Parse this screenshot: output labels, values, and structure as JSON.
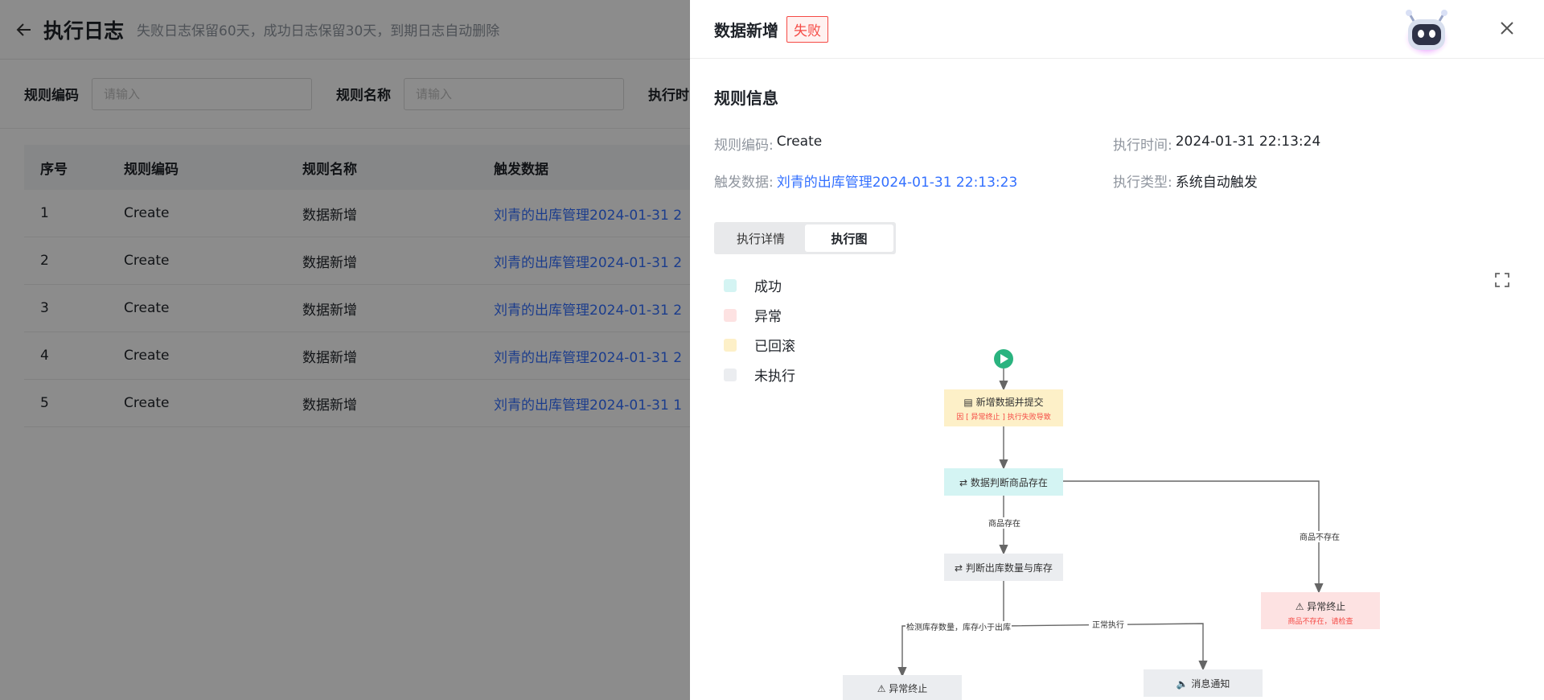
{
  "page": {
    "title": "执行日志",
    "subtitle": "失败日志保留60天，成功日志保留30天，到期日志自动删除",
    "filters": [
      {
        "label": "规则编码",
        "placeholder": "请输入"
      },
      {
        "label": "规则名称",
        "placeholder": "请输入"
      },
      {
        "label": "执行时"
      }
    ],
    "table": {
      "headers": [
        "序号",
        "规则编码",
        "规则名称",
        "触发数据"
      ],
      "rows": [
        [
          "1",
          "Create",
          "数据新增",
          "刘青的出库管理2024-01-31 2"
        ],
        [
          "2",
          "Create",
          "数据新增",
          "刘青的出库管理2024-01-31 2"
        ],
        [
          "3",
          "Create",
          "数据新增",
          "刘青的出库管理2024-01-31 2"
        ],
        [
          "4",
          "Create",
          "数据新增",
          "刘青的出库管理2024-01-31 2"
        ],
        [
          "5",
          "Create",
          "数据新增",
          "刘青的出库管理2024-01-31 1"
        ]
      ]
    }
  },
  "drawer": {
    "title": "数据新增",
    "status": "失败",
    "section_title": "规则信息",
    "info": {
      "rule_code_label": "规则编码:",
      "rule_code": "Create",
      "exec_time_label": "执行时间:",
      "exec_time": "2024-01-31 22:13:24",
      "trigger_label": "触发数据:",
      "trigger": "刘青的出库管理2024-01-31 22:13:23",
      "exec_type_label": "执行类型:",
      "exec_type": "系统自动触发"
    },
    "tabs": [
      "执行详情",
      "执行图"
    ],
    "active_tab": "执行图",
    "legend": [
      {
        "label": "成功",
        "color": "#d4f4f3"
      },
      {
        "label": "异常",
        "color": "#fde2e2"
      },
      {
        "label": "已回滚",
        "color": "#fdf0c8"
      },
      {
        "label": "未执行",
        "color": "#ebedf0"
      }
    ],
    "flow": {
      "n1_title": "新增数据并提交",
      "n1_note": "因 [ 异常终止 ] 执行失败导致",
      "n2_title": "数据判断商品存在",
      "e_exists": "商品存在",
      "e_not_exists": "商品不存在",
      "n3_title": "判断出库数量与库存",
      "n4_title": "异常终止",
      "n4_note": "商品不存在，请检查",
      "e_check": "检测库存数量，库存小于出库",
      "e_normal": "正常执行",
      "n5_title": "异常终止",
      "n6_title": "消息通知"
    }
  },
  "colors": {
    "accent": "#3370ff",
    "danger": "#f54a45",
    "start": "#2ab37f"
  }
}
